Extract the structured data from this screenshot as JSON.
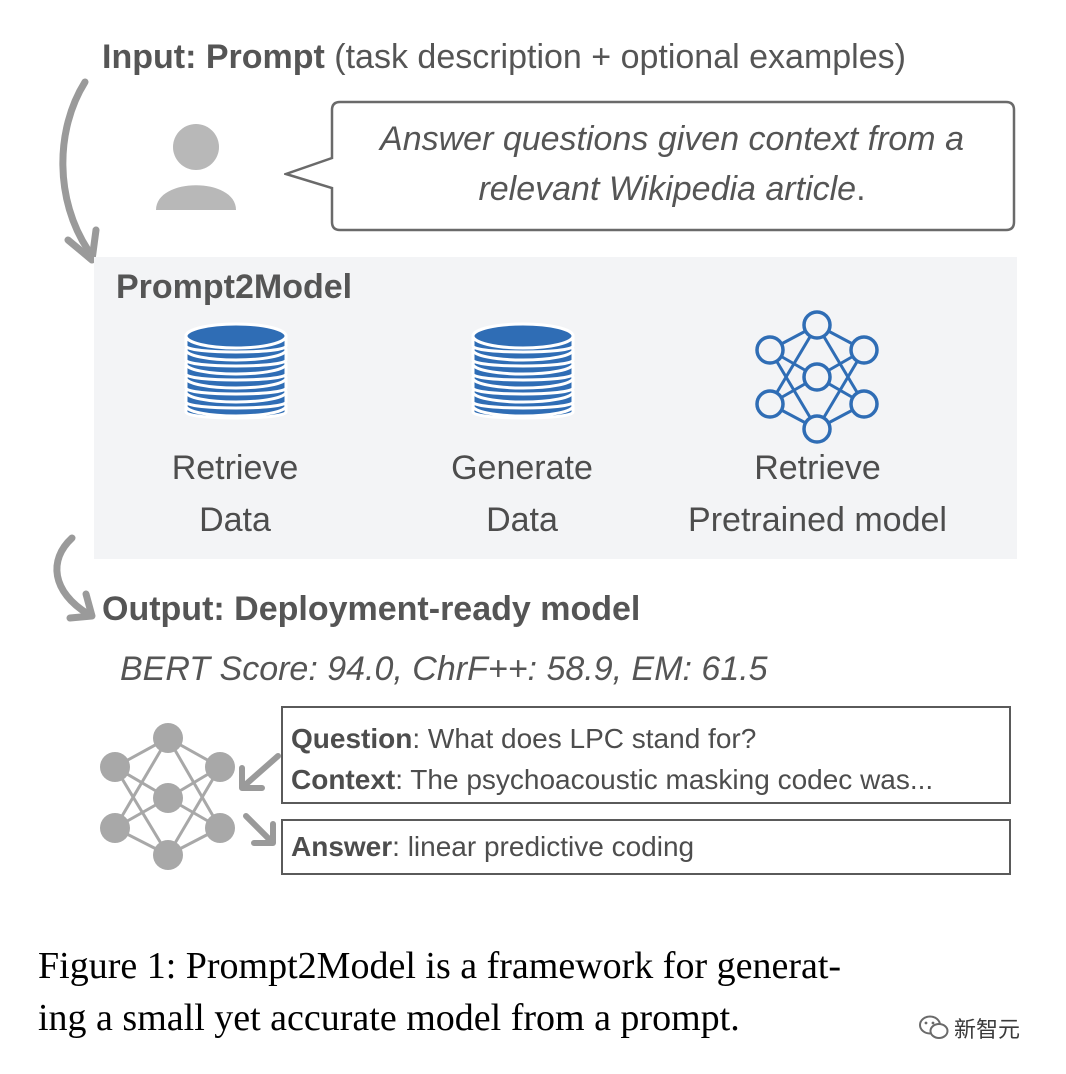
{
  "input": {
    "label": "Input: Prompt",
    "detail": " (task description + optional examples)"
  },
  "prompt_bubble": {
    "line1": "Answer questions given context from a",
    "line2": "relevant Wikipedia article"
  },
  "pipeline": {
    "title": "Prompt2Model",
    "steps": [
      {
        "line1": "Retrieve",
        "line2": "Data",
        "icon": "database-icon"
      },
      {
        "line1": "Generate",
        "line2": "Data",
        "icon": "database-icon"
      },
      {
        "line1": "Retrieve",
        "line2": "Pretrained model",
        "icon": "neural-network-icon"
      }
    ]
  },
  "output": {
    "label": "Output: Deployment-ready model",
    "metrics": "BERT Score: 94.0, ChrF++: 58.9, EM: 61.5"
  },
  "qa": {
    "question_label": "Question",
    "question_text": ": What does LPC stand for?",
    "context_label": "Context",
    "context_text": ": The psychoacoustic masking codec was...",
    "answer_label": "Answer",
    "answer_text": ": linear predictive coding"
  },
  "caption": {
    "line1": "Figure 1: Prompt2Model is a framework for generat-",
    "line2": "ing a small yet accurate model from a prompt."
  },
  "watermark": {
    "text": "新智元"
  },
  "colors": {
    "accent_blue": "#2f6db5",
    "gray_icon": "#b8b8b8",
    "gray_arrow": "#9a9a9a",
    "panel_bg": "#f3f4f6"
  }
}
